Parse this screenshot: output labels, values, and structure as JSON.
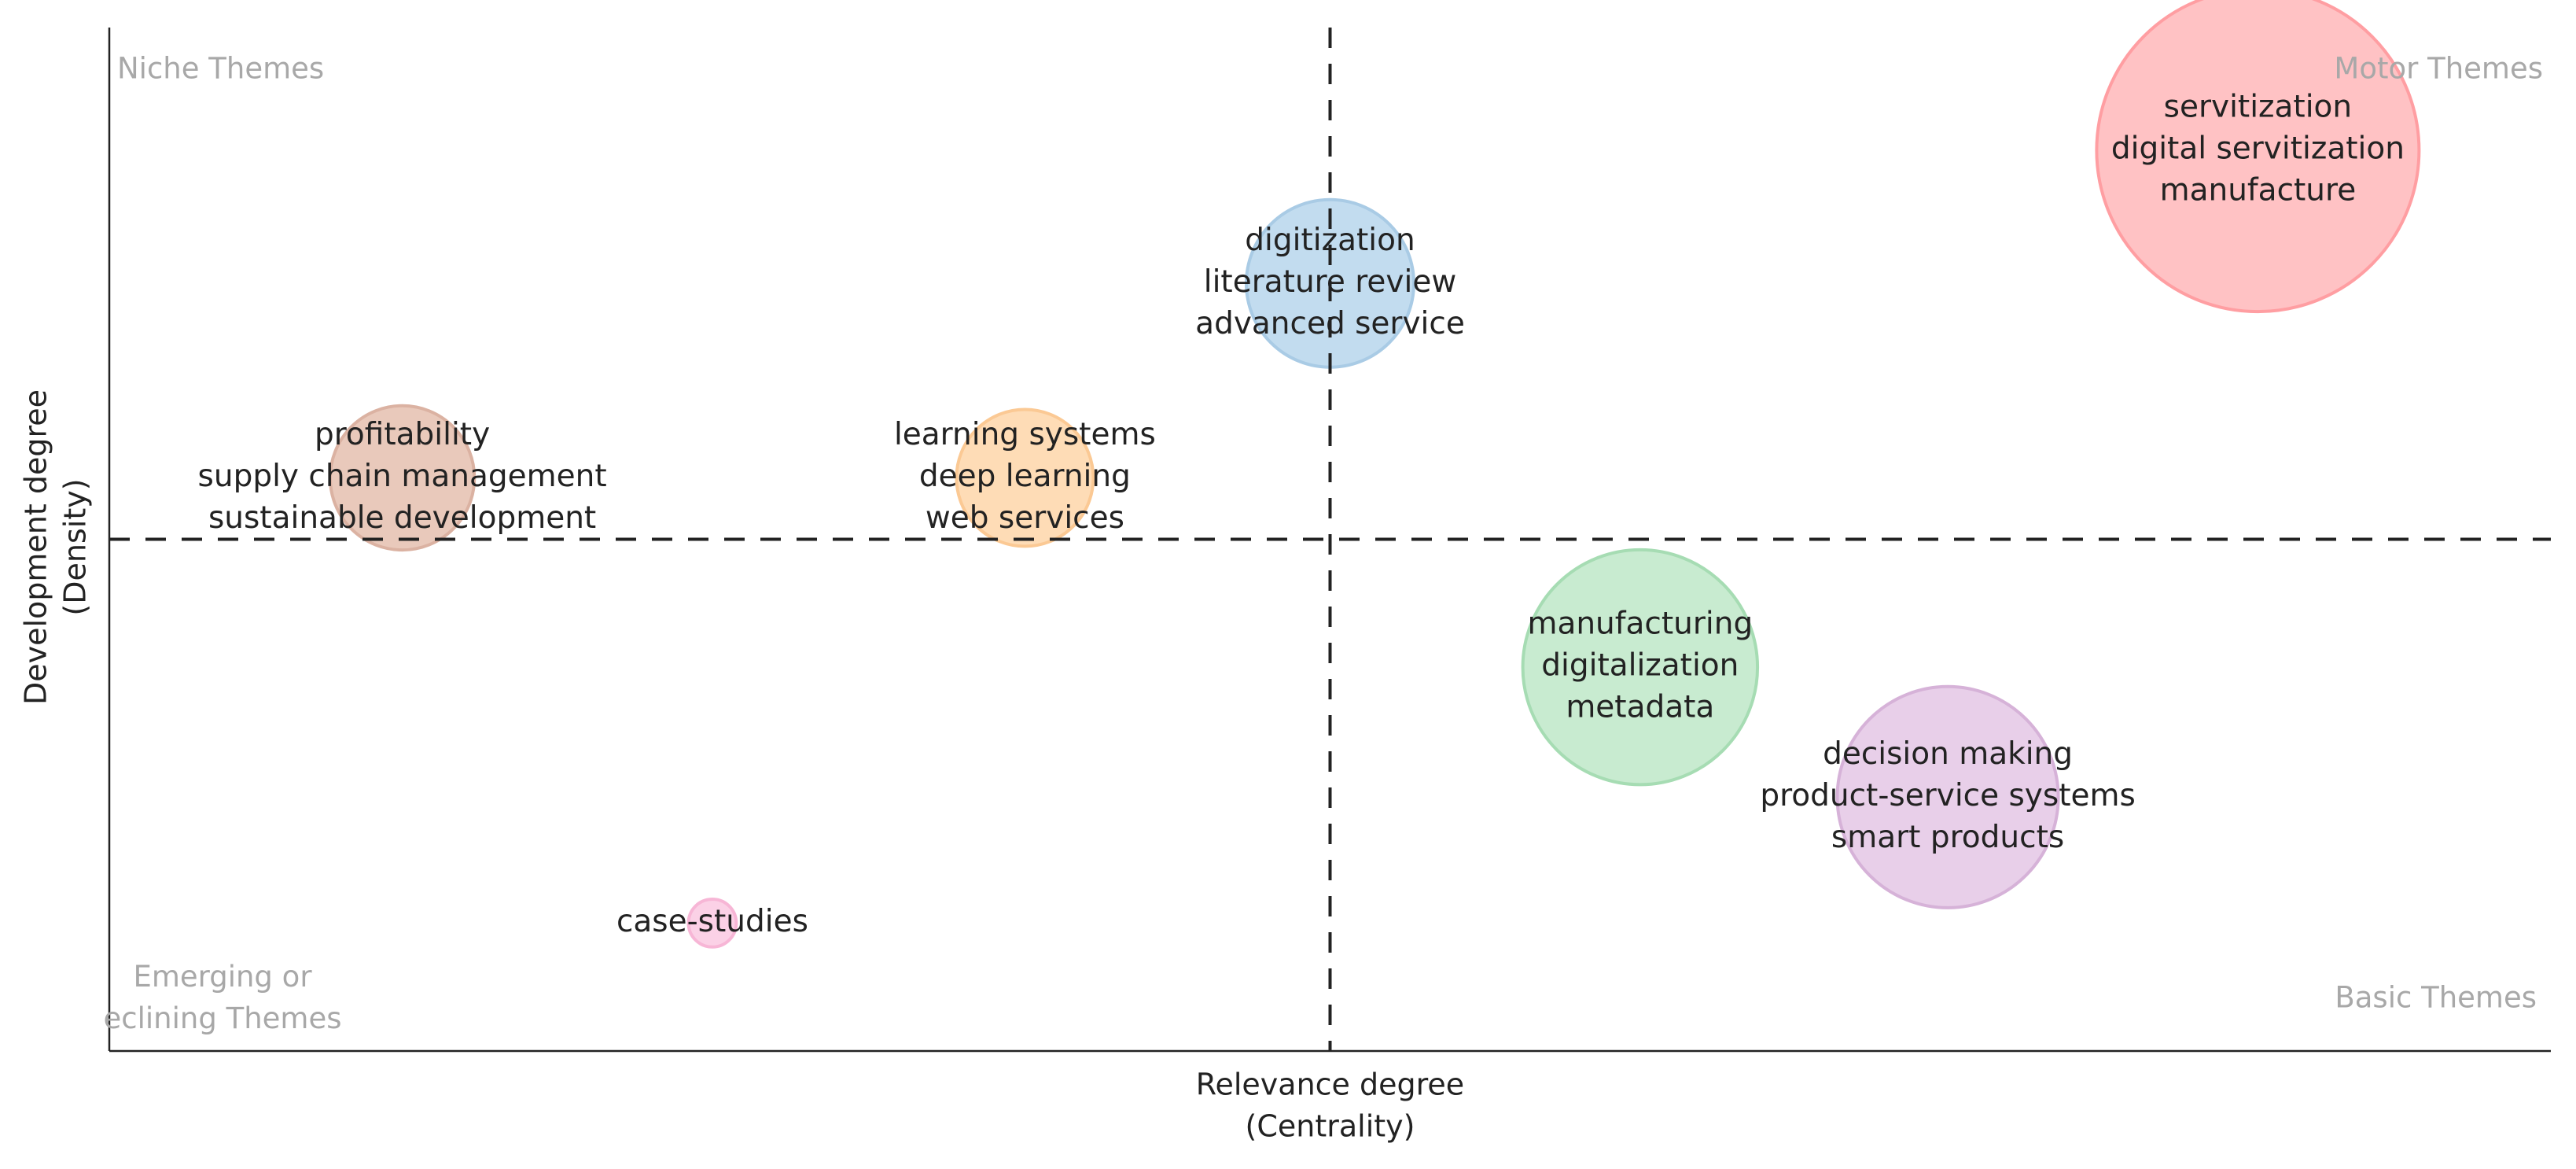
{
  "chart_data": {
    "type": "scatter",
    "title": "",
    "xlabel": [
      "Relevance degree",
      "(Centrality)"
    ],
    "ylabel": [
      "Development degree",
      "(Density)"
    ],
    "quadrants": {
      "top_left": [
        "Niche Themes"
      ],
      "top_right": [
        "Motor Themes"
      ],
      "bottom_left": [
        "Emerging or",
        "eclining Themes"
      ],
      "bottom_right": [
        "Basic Themes"
      ]
    },
    "themes": [
      {
        "terms": [
          "servitization",
          "digital servitization",
          "manufacture"
        ],
        "x": 0.88,
        "y": 0.88,
        "size": 1.0,
        "color": "#ffc2c4",
        "stroke": "#ff9ea2"
      },
      {
        "terms": [
          "digitization",
          "literature review",
          "advanced service"
        ],
        "x": 0.5,
        "y": 0.75,
        "size": 0.27,
        "color": "#c2dcef",
        "stroke": "#a9cbe5"
      },
      {
        "terms": [
          "profitability",
          "supply chain management",
          "sustainable development"
        ],
        "x": 0.12,
        "y": 0.56,
        "size": 0.2,
        "color": "#e9c9bb",
        "stroke": "#dbb2a2"
      },
      {
        "terms": [
          "learning systems",
          "deep learning",
          "web services"
        ],
        "x": 0.375,
        "y": 0.56,
        "size": 0.18,
        "color": "#fedcb6",
        "stroke": "#fbc994"
      },
      {
        "terms": [
          "manufacturing",
          "digitalization",
          "metadata"
        ],
        "x": 0.627,
        "y": 0.375,
        "size": 0.53,
        "color": "#c8ebd0",
        "stroke": "#a6dcb3"
      },
      {
        "terms": [
          "decision making",
          "product-service systems",
          "smart products"
        ],
        "x": 0.753,
        "y": 0.248,
        "size": 0.47,
        "color": "#e8cfe9",
        "stroke": "#d6b2d8"
      },
      {
        "terms": [
          "case-studies"
        ],
        "x": 0.247,
        "y": 0.125,
        "size": 0.022,
        "color": "#fbd1e6",
        "stroke": "#f7b6d6"
      }
    ]
  }
}
